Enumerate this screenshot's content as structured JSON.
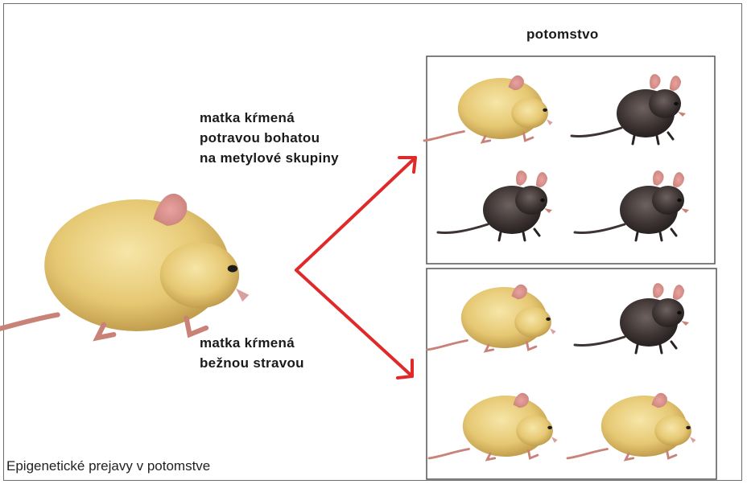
{
  "header_label": "potomstvo",
  "upper_label": [
    "matka kŕmená",
    "potravou bohatou",
    "na metylové skupiny"
  ],
  "lower_label": [
    "matka kŕmená",
    "bežnou stravou"
  ],
  "caption": "Epigenetické prejavy v potomstve",
  "colors": {
    "arrow": "#e02a2a",
    "yellow_mouse": "#e6c873",
    "dark_mouse": "#3d3433",
    "box_border": "#555555"
  },
  "offspring": {
    "methyl_rich_diet": [
      "yellow",
      "dark",
      "dark",
      "dark"
    ],
    "normal_diet": [
      "yellow",
      "dark",
      "yellow",
      "yellow"
    ]
  }
}
